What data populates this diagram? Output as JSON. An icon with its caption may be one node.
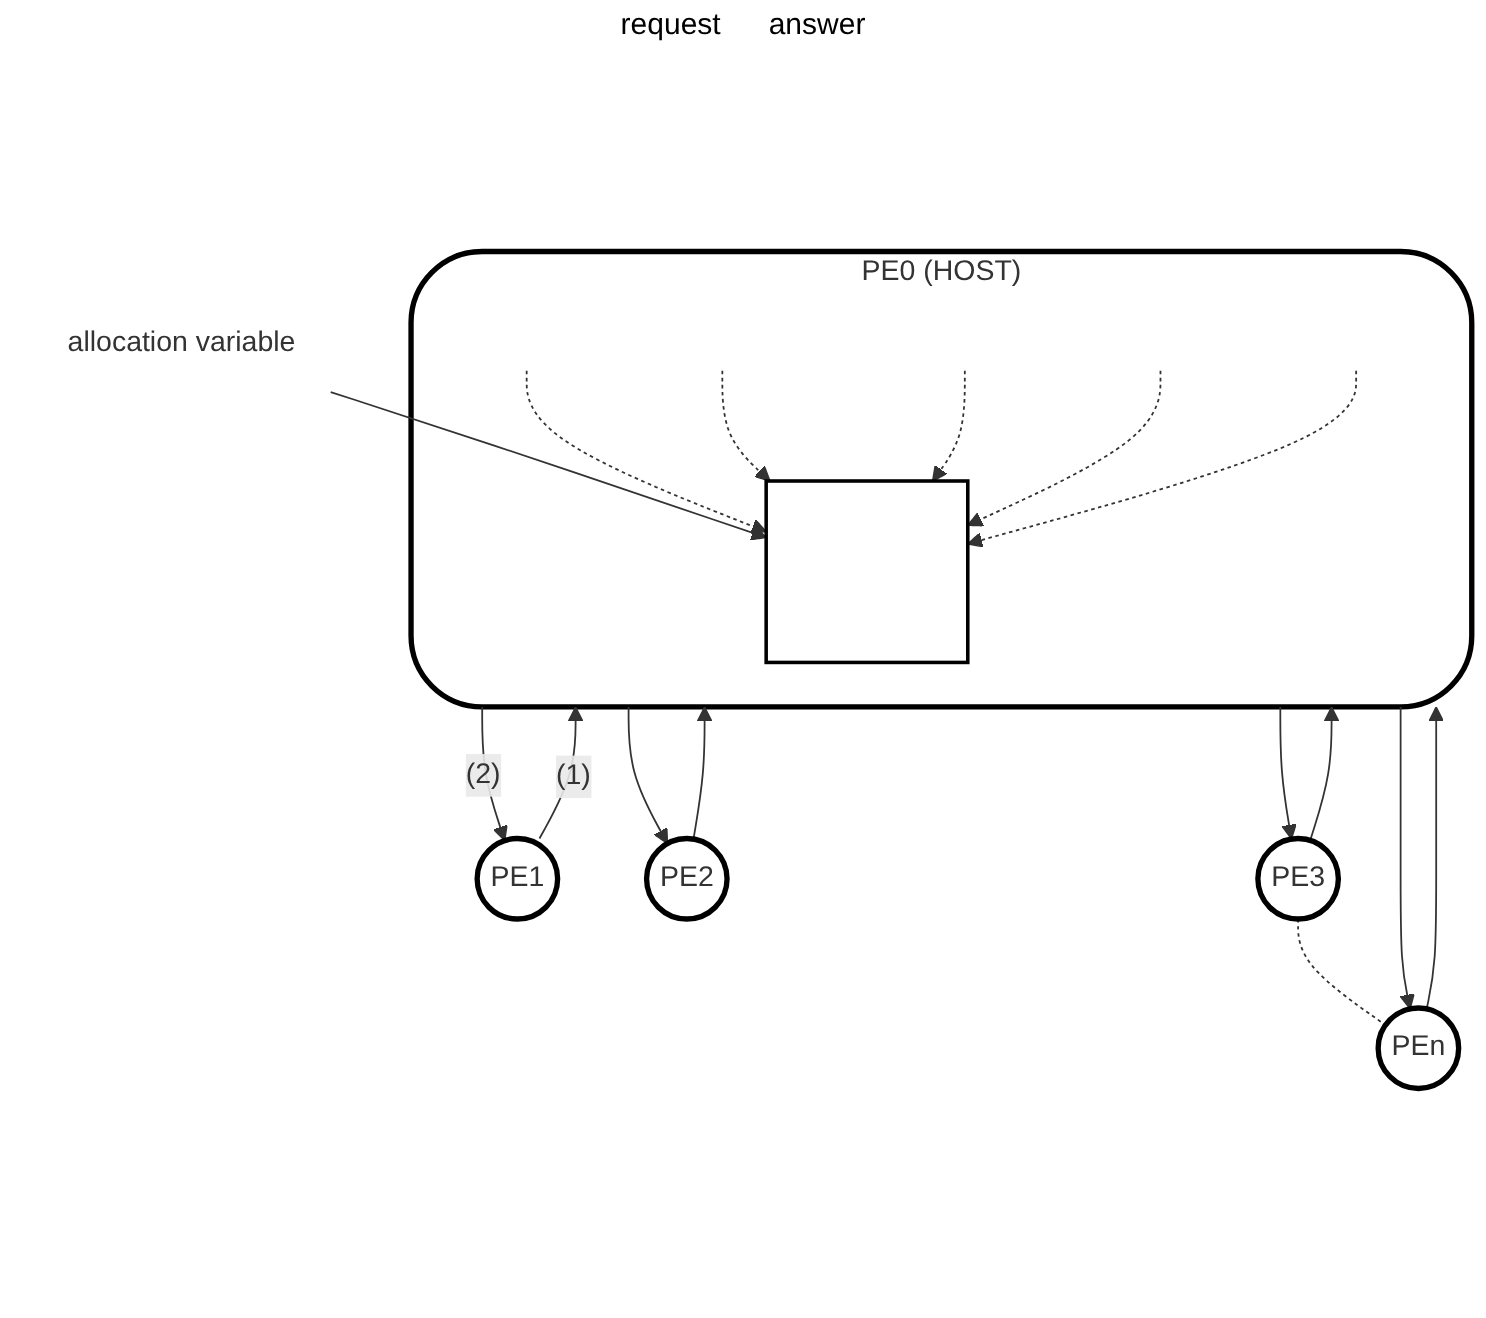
{
  "diagram": {
    "nodes": [
      {
        "text": [
          "PE0 (HOST)"
        ]
      },
      {
        "text": [
          "allocation variable"
        ]
      },
      {
        "text": [],
        "shape": "box",
        "in": 0
      },
      {
        "text": [
          "PE1"
        ]
      },
      {
        "text": [
          "PE2"
        ]
      },
      {
        "text": [
          "PE3"
        ]
      },
      {
        "text": [
          "PEn"
        ]
      }
    ],
    "edges": [
      {
        "from": 1,
        "to": 2,
        "arrow": "to"
      },
      {
        "from": null,
        "to": 2,
        "arrow": "to",
        "style": "dashed"
      },
      {
        "from": null,
        "to": 2,
        "arrow": "to",
        "style": "dashed"
      },
      {
        "from": null,
        "to": 2,
        "arrow": "to",
        "style": "dashed"
      },
      {
        "from": null,
        "to": 2,
        "arrow": "to",
        "style": "dashed"
      },
      {
        "from": null,
        "to": 2,
        "arrow": "to",
        "style": "dashed"
      },
      {
        "from": 3,
        "to": 0,
        "arrow": "to",
        "label": "(1)"
      },
      {
        "from": 0,
        "to": 3,
        "arrow": "to",
        "label": "(2)"
      },
      {
        "from": 4,
        "to": 0,
        "arrow": "to"
      },
      {
        "from": 0,
        "to": 4,
        "arrow": "to"
      },
      {
        "from": 5,
        "to": 0,
        "arrow": "to"
      },
      {
        "from": 0,
        "to": 5,
        "arrow": "to"
      },
      {
        "from": 6,
        "to": 0,
        "arrow": "to"
      },
      {
        "from": 0,
        "to": 6,
        "arrow": "to"
      },
      {
        "from": 5,
        "to": 6,
        "arrow": "none",
        "style": "dashed"
      }
    ],
    "labels": [
      "request",
      "answer"
    ]
  }
}
